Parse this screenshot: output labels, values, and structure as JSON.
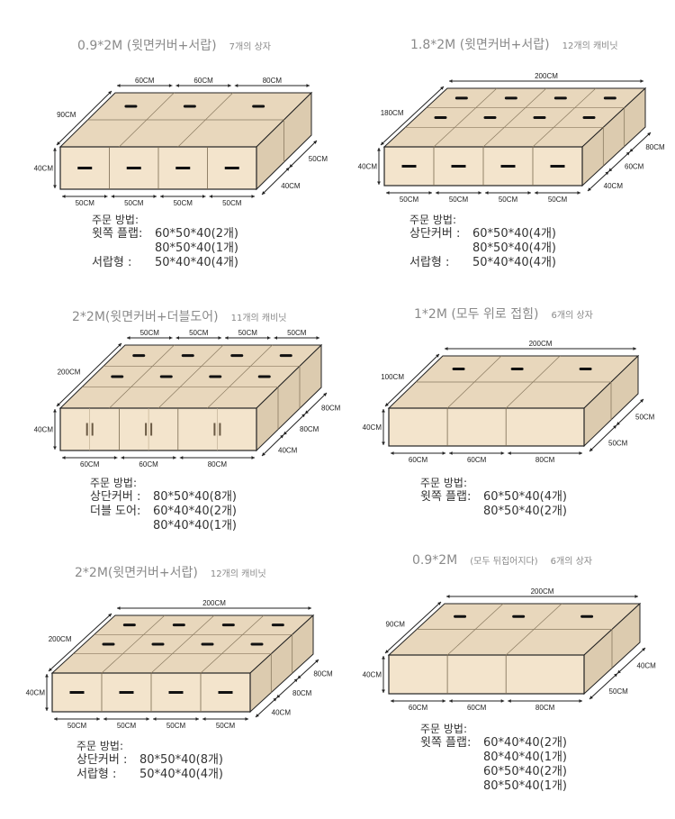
{
  "panels": [
    {
      "title": "0.9*2M (윗면커버+서랍)",
      "subtitle": "7개의 상자",
      "top_labels": [
        "60CM",
        "60CM",
        "80CM"
      ],
      "depth_label": "90CM",
      "height_label": "40CM",
      "bottom_labels": [
        "50CM",
        "50CM",
        "50CM",
        "50CM"
      ],
      "side_labels": [
        "40CM",
        "50CM"
      ],
      "order_title": "주문 방법:",
      "order_lines": [
        {
          "label": "윗쪽 플랩:",
          "value": "60*50*40(2개)"
        },
        {
          "label": "",
          "value": "80*50*40(1개)"
        },
        {
          "label": "서랍형 :",
          "value": "50*40*40(4개)"
        }
      ]
    },
    {
      "title": "1.8*2M (윗면커버+서랍)",
      "subtitle": "12개의 캐비닛",
      "top_labels": [
        "200CM"
      ],
      "depth_label": "180CM",
      "height_label": "40CM",
      "bottom_labels": [
        "50CM",
        "50CM",
        "50CM",
        "50CM"
      ],
      "side_labels": [
        "40CM",
        "60CM",
        "80CM"
      ],
      "order_title": "주문 방법:",
      "order_lines": [
        {
          "label": "상단커버 :",
          "value": "60*50*40(4개)"
        },
        {
          "label": "",
          "value": "80*50*40(4개)"
        },
        {
          "label": "서랍형 :",
          "value": "50*40*40(4개)"
        }
      ]
    },
    {
      "title": "2*2M(윗면커버+더블도어)",
      "subtitle": "11개의 캐비닛",
      "top_labels": [
        "50CM",
        "50CM",
        "50CM",
        "50CM"
      ],
      "depth_label": "200CM",
      "height_label": "40CM",
      "bottom_labels": [
        "60CM",
        "60CM",
        "80CM"
      ],
      "side_labels": [
        "40CM",
        "80CM",
        "80CM"
      ],
      "order_title": "주문 방법:",
      "order_lines": [
        {
          "label": "상단커버 :",
          "value": "80*50*40(8개)"
        },
        {
          "label": "더블 도어:",
          "value": "60*40*40(2개)"
        },
        {
          "label": "",
          "value": "80*40*40(1개)"
        }
      ]
    },
    {
      "title": "1*2M (모두 위로 접힘)",
      "subtitle": "6개의 상자",
      "top_labels": [
        "200CM"
      ],
      "depth_label": "100CM",
      "height_label": "40CM",
      "bottom_labels": [
        "60CM",
        "60CM",
        "80CM"
      ],
      "side_labels": [
        "50CM",
        "50CM"
      ],
      "order_title": "주문 방법:",
      "order_lines": [
        {
          "label": "윗쪽 플랩:",
          "value": "60*50*40(4개)"
        },
        {
          "label": "",
          "value": "80*50*40(2개)"
        }
      ]
    },
    {
      "title": "2*2M(윗면커버+서랍)",
      "subtitle": "12개의 캐비닛",
      "top_labels": [
        "200CM"
      ],
      "depth_label": "200CM",
      "height_label": "40CM",
      "bottom_labels": [
        "50CM",
        "50CM",
        "50CM",
        "50CM"
      ],
      "side_labels": [
        "40CM",
        "80CM",
        "80CM"
      ],
      "order_title": "주문 방법:",
      "order_lines": [
        {
          "label": "상단커버 :",
          "value": "80*50*40(8개)"
        },
        {
          "label": "서랍형 :",
          "value": "50*40*40(4개)"
        }
      ]
    },
    {
      "title": "0.9*2M",
      "subtitle": "(모두 뒤집어지다)",
      "subtitle2": "6개의 상자",
      "top_labels": [
        "200CM"
      ],
      "depth_label": "90CM",
      "height_label": "40CM",
      "bottom_labels": [
        "60CM",
        "60CM",
        "80CM"
      ],
      "side_labels": [
        "50CM",
        "40CM"
      ],
      "order_title": "주문 방법:",
      "order_lines": [
        {
          "label": "윗쪽 플랩:",
          "value": "60*40*40(2개)"
        },
        {
          "label": "",
          "value": "80*40*40(1개)"
        },
        {
          "label": "",
          "value": "60*50*40(2개)"
        },
        {
          "label": "",
          "value": "80*50*40(1개)"
        }
      ]
    }
  ],
  "colors": {
    "box_front": "#f3e4cc",
    "box_top": "#e8d7bc",
    "box_side": "#dccbaf",
    "line": "#222222",
    "title": "#8a8a8a"
  }
}
